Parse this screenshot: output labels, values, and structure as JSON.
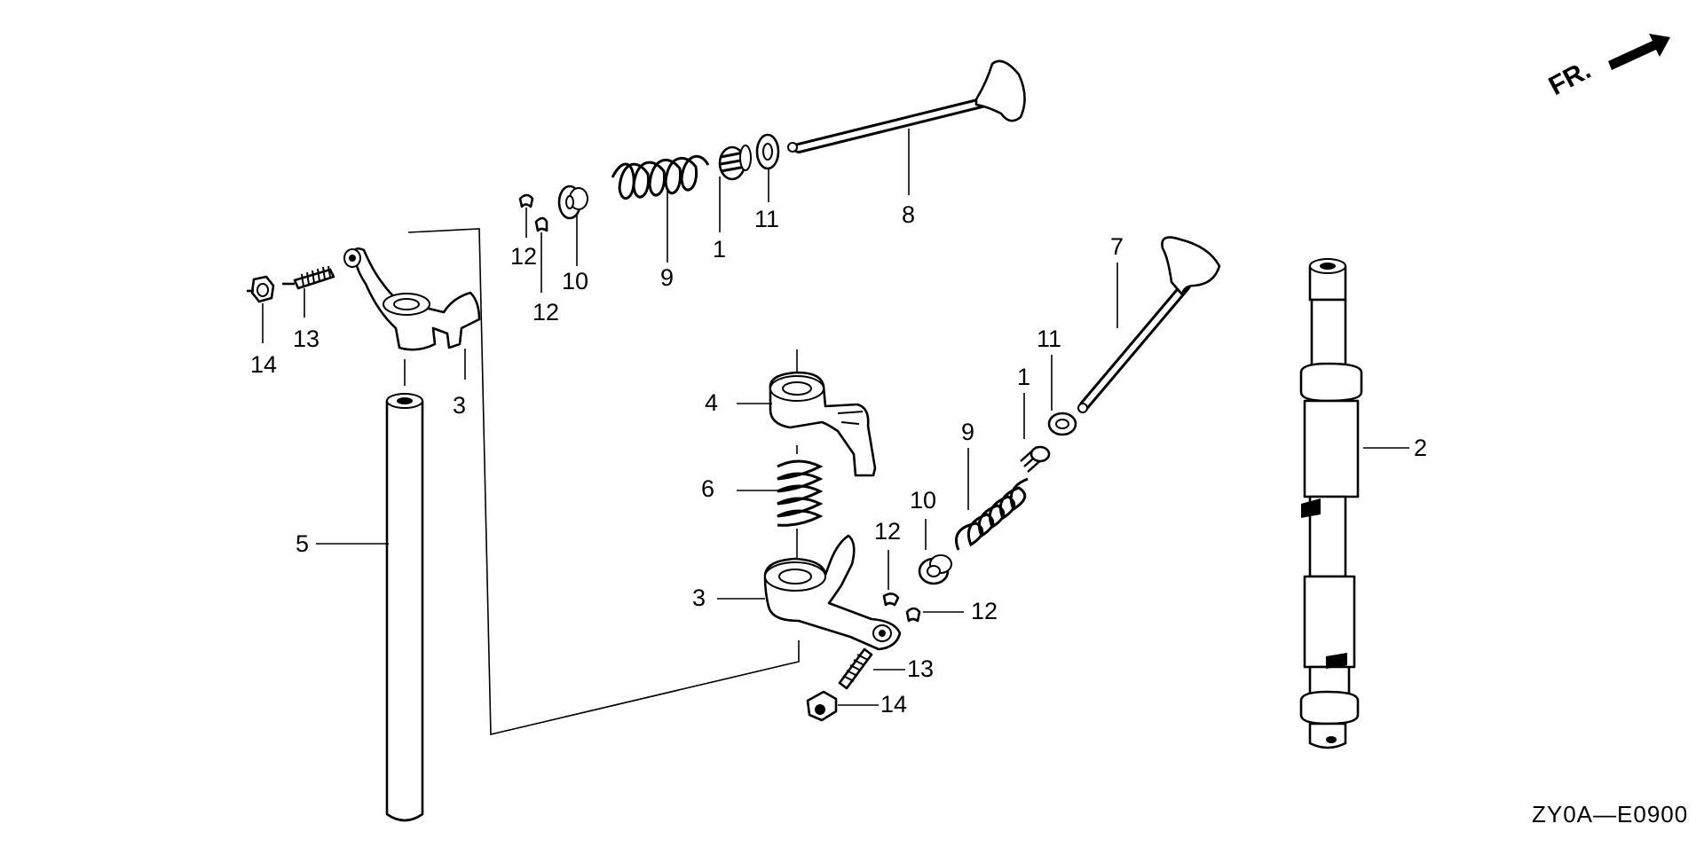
{
  "diagram": {
    "code": "ZY0A—E0900",
    "direction": "FR.",
    "callouts": [
      {
        "id": "c-top-1",
        "label": "1"
      },
      {
        "id": "c-top-8",
        "label": "8"
      },
      {
        "id": "c-top-9",
        "label": "9"
      },
      {
        "id": "c-top-10",
        "label": "10"
      },
      {
        "id": "c-top-11",
        "label": "11"
      },
      {
        "id": "c-top-12a",
        "label": "12"
      },
      {
        "id": "c-top-12b",
        "label": "12"
      },
      {
        "id": "c-left-3",
        "label": "3"
      },
      {
        "id": "c-left-5",
        "label": "5"
      },
      {
        "id": "c-left-13",
        "label": "13"
      },
      {
        "id": "c-left-14",
        "label": "14"
      },
      {
        "id": "c-mid-4",
        "label": "4"
      },
      {
        "id": "c-mid-6",
        "label": "6"
      },
      {
        "id": "c-mid-3",
        "label": "3"
      },
      {
        "id": "c-mid-12a",
        "label": "12"
      },
      {
        "id": "c-mid-12b",
        "label": "12"
      },
      {
        "id": "c-mid-13",
        "label": "13"
      },
      {
        "id": "c-mid-14",
        "label": "14"
      },
      {
        "id": "c-r-7",
        "label": "7"
      },
      {
        "id": "c-r-1",
        "label": "1"
      },
      {
        "id": "c-r-9",
        "label": "9"
      },
      {
        "id": "c-r-10",
        "label": "10"
      },
      {
        "id": "c-r-11",
        "label": "11"
      },
      {
        "id": "c-r-2",
        "label": "2"
      }
    ]
  }
}
